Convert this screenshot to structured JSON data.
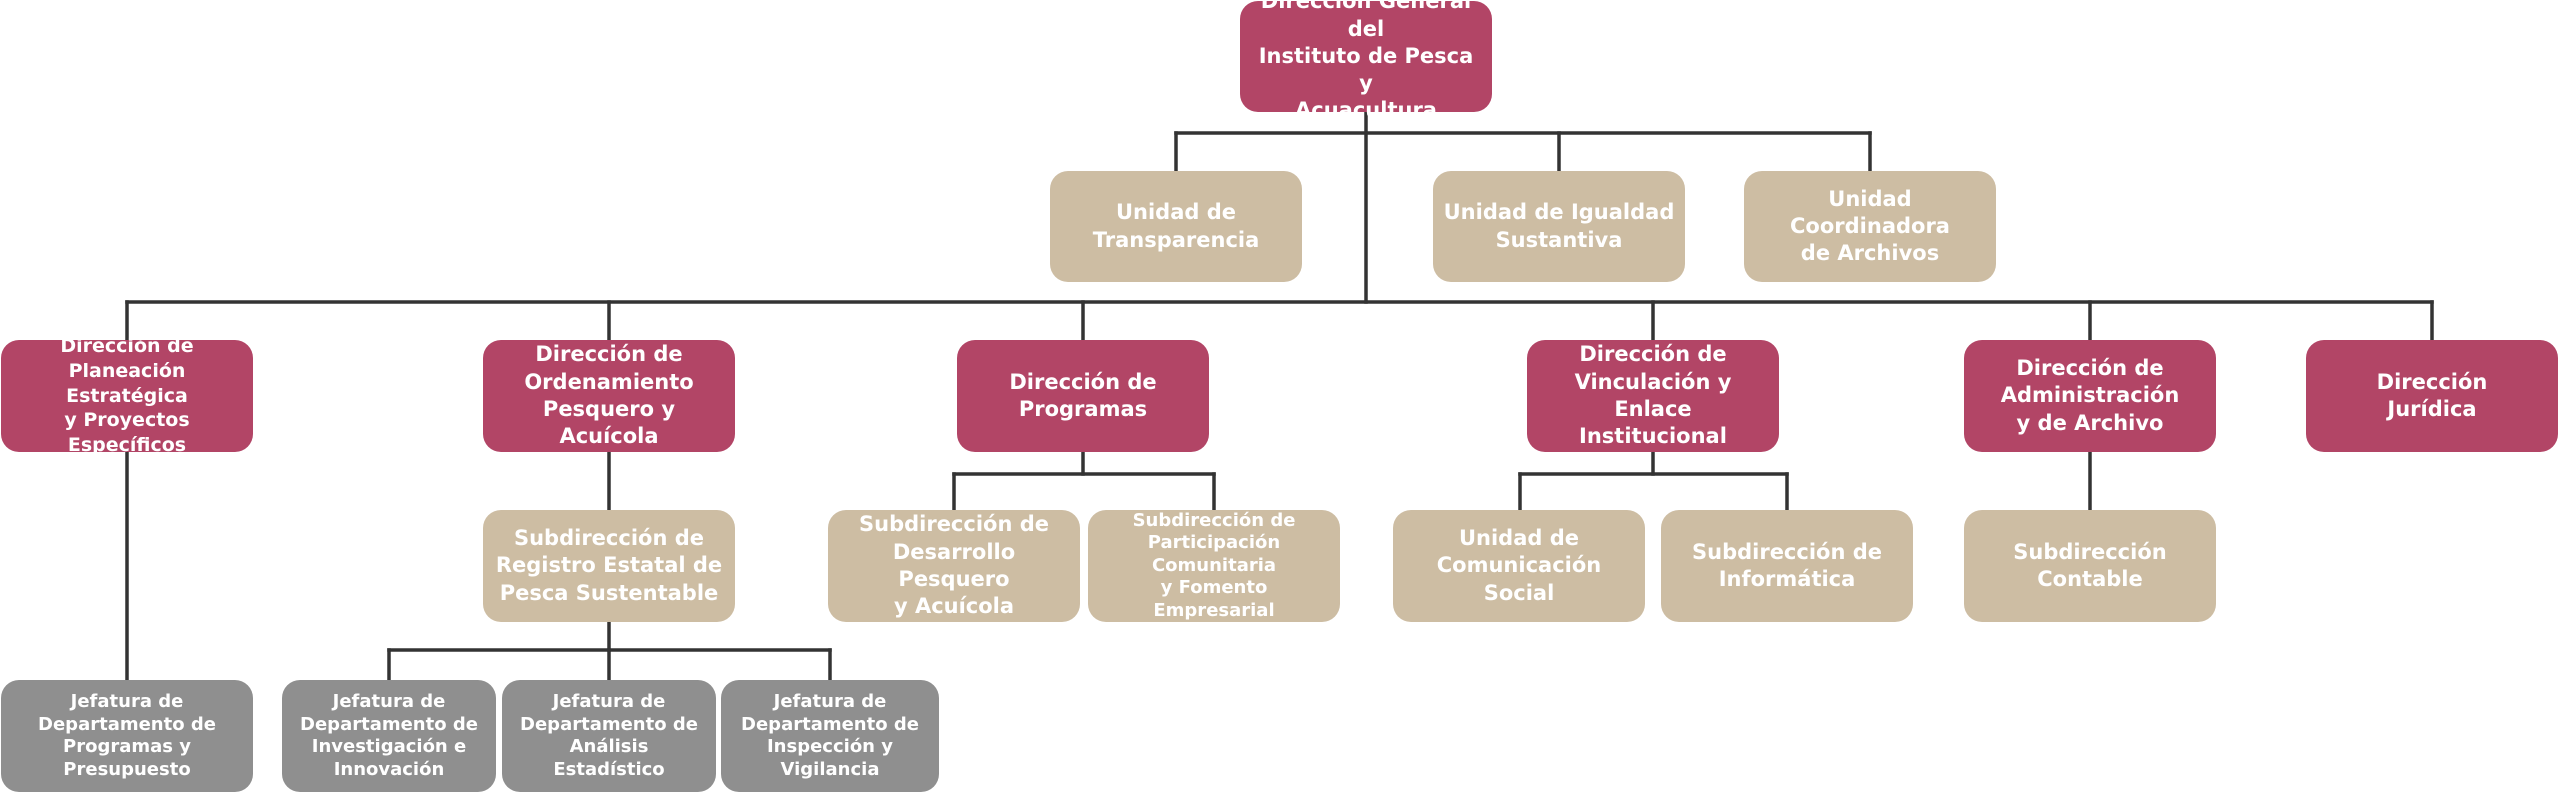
{
  "org_chart": {
    "nodes": [
      {
        "id": "dg",
        "level": "dir",
        "label": "Dirección General del\nInstituto de Pesca y\nAcuacultura"
      },
      {
        "id": "ut",
        "level": "unit",
        "label": "Unidad de\nTransparencia"
      },
      {
        "id": "uis",
        "level": "unit",
        "label": "Unidad de Igualdad\nSustantiva"
      },
      {
        "id": "uca",
        "level": "unit",
        "label": "Unidad Coordinadora\nde Archivos"
      },
      {
        "id": "dpe",
        "level": "dir",
        "label": "Dirección de\nPlaneación Estratégica\ny Proyectos Específicos"
      },
      {
        "id": "dop",
        "level": "dir",
        "label": "Dirección de\nOrdenamiento\nPesquero y Acuícola"
      },
      {
        "id": "dp",
        "level": "dir",
        "label": "Dirección de\nProgramas"
      },
      {
        "id": "dvi",
        "level": "dir",
        "label": "Dirección de\nVinculación y Enlace\nInstitucional"
      },
      {
        "id": "dad",
        "level": "dir",
        "label": "Dirección de\nAdministración\ny de Archivo"
      },
      {
        "id": "dj",
        "level": "dir",
        "label": "Dirección\nJurídica"
      },
      {
        "id": "sre",
        "level": "unit",
        "label": "Subdirección de\nRegistro Estatal de\nPesca Sustentable"
      },
      {
        "id": "sdp",
        "level": "unit",
        "label": "Subdirección de\nDesarrollo Pesquero\ny Acuícola"
      },
      {
        "id": "spc",
        "level": "unit",
        "label": "Subdirección de\nParticipación Comunitaria\ny Fomento Empresarial"
      },
      {
        "id": "ucs",
        "level": "unit",
        "label": "Unidad de\nComunicación Social"
      },
      {
        "id": "si",
        "level": "unit",
        "label": "Subdirección de\nInformática"
      },
      {
        "id": "sc",
        "level": "unit",
        "label": "Subdirección\nContable"
      },
      {
        "id": "jpp",
        "level": "jef",
        "label": "Jefatura de\nDepartamento de\nProgramas y Presupuesto"
      },
      {
        "id": "jii",
        "level": "jef",
        "label": "Jefatura de\nDepartamento de\nInvestigación e\nInnovación"
      },
      {
        "id": "jae",
        "level": "jef",
        "label": "Jefatura de\nDepartamento de\nAnálisis Estadístico"
      },
      {
        "id": "jiv",
        "level": "jef",
        "label": "Jefatura de\nDepartamento de\nInspección y Vigilancia"
      }
    ],
    "edges": [
      [
        "dg",
        "ut"
      ],
      [
        "dg",
        "uis"
      ],
      [
        "dg",
        "uca"
      ],
      [
        "dg",
        "dpe"
      ],
      [
        "dg",
        "dop"
      ],
      [
        "dg",
        "dp"
      ],
      [
        "dg",
        "dvi"
      ],
      [
        "dg",
        "dad"
      ],
      [
        "dg",
        "dj"
      ],
      [
        "dpe",
        "jpp"
      ],
      [
        "dop",
        "sre"
      ],
      [
        "sre",
        "jii"
      ],
      [
        "sre",
        "jae"
      ],
      [
        "sre",
        "jiv"
      ],
      [
        "dp",
        "sdp"
      ],
      [
        "dp",
        "spc"
      ],
      [
        "dvi",
        "ucs"
      ],
      [
        "dvi",
        "si"
      ],
      [
        "dad",
        "sc"
      ]
    ],
    "colors": {
      "direccion": "#b24566",
      "unidad": "#cdbda3",
      "jefatura": "#8f8f8f",
      "connector": "#333333"
    }
  }
}
